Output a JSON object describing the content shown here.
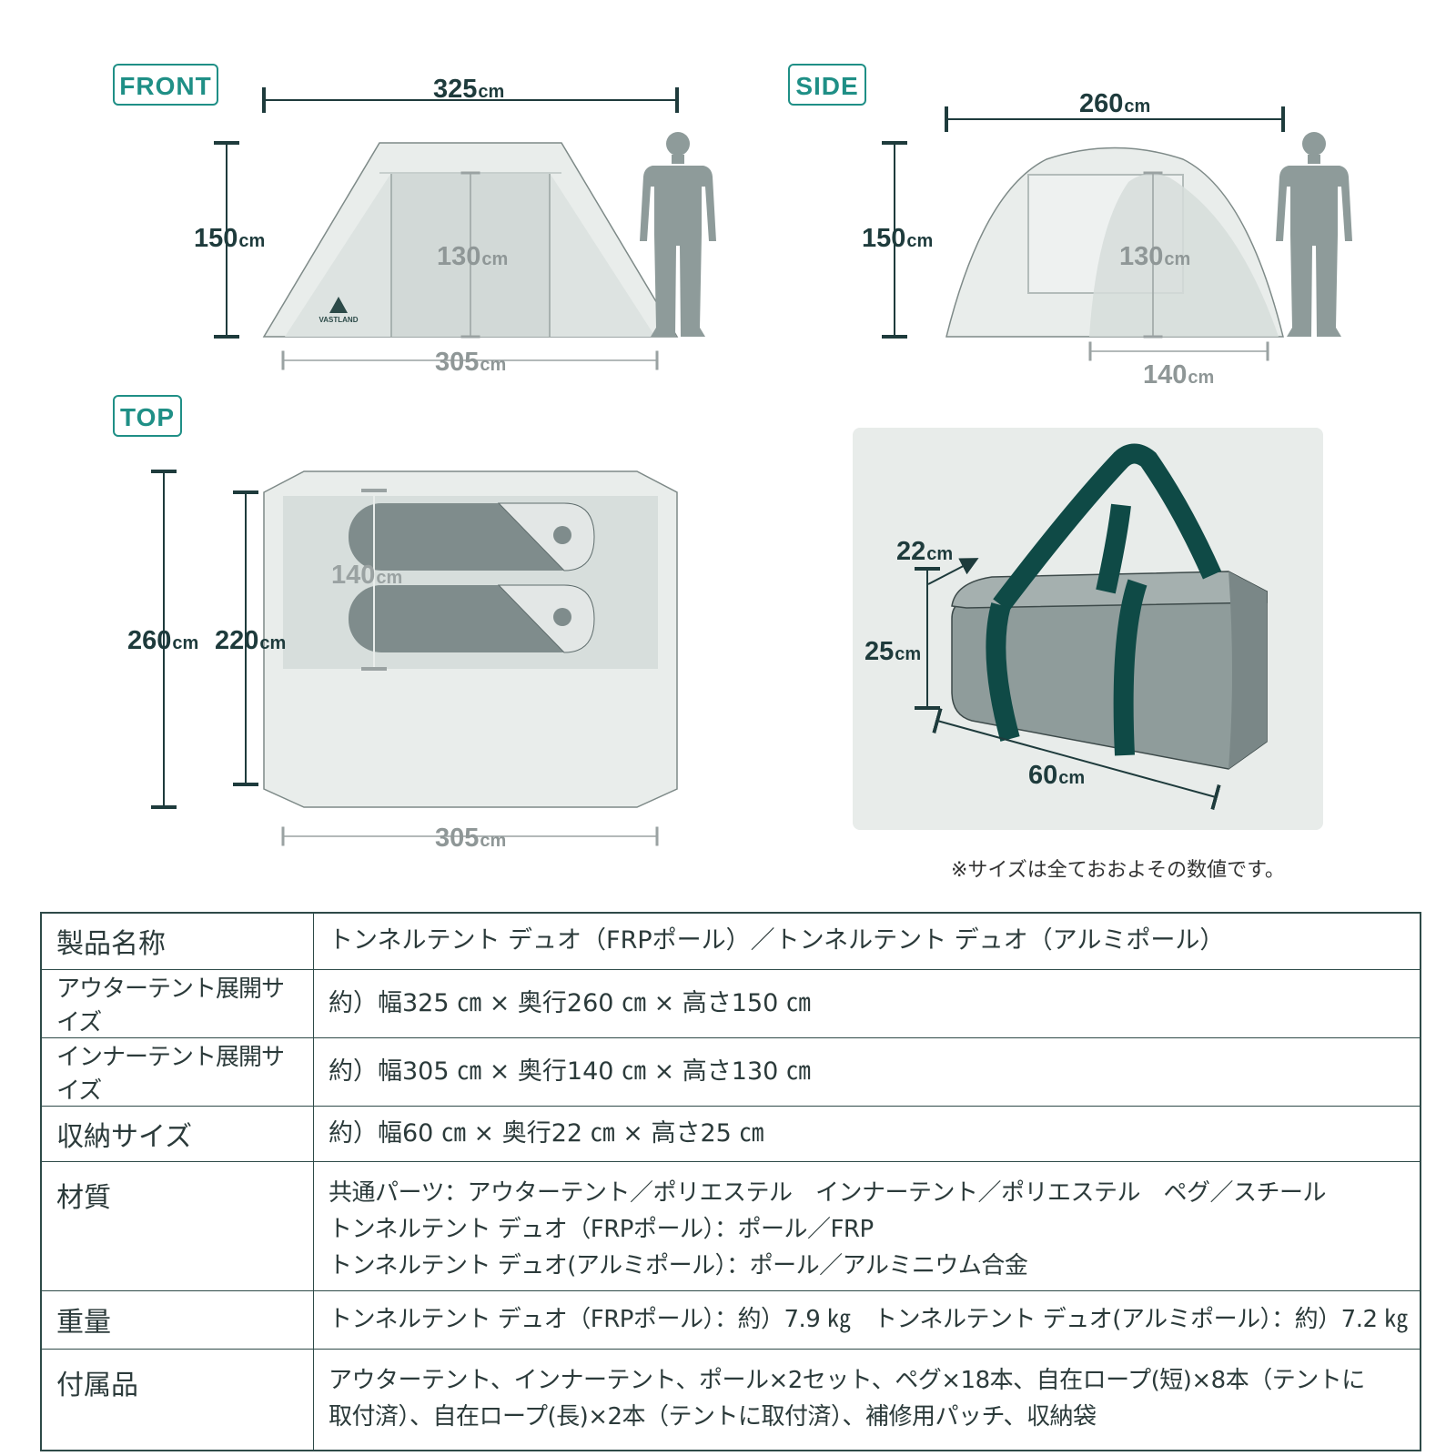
{
  "views": {
    "front_label": "FRONT",
    "side_label": "SIDE",
    "top_label": "TOP"
  },
  "brand": {
    "name": "VASTLAND"
  },
  "unit": "cm",
  "front": {
    "width": "325",
    "height": "150",
    "inner_height": "130",
    "inner_width": "305"
  },
  "side": {
    "depth": "260",
    "height": "150",
    "inner_height": "130",
    "inner_depth": "140"
  },
  "top": {
    "outer_depth": "260",
    "inner_span": "220",
    "inner_depth": "140",
    "width": "305"
  },
  "bag": {
    "depth": "22",
    "height": "25",
    "length": "60"
  },
  "note": "※サイズは全ておおよその数値です。",
  "spec": [
    {
      "label": "製品名称",
      "lines": [
        "トンネルテント デュオ（FRPポール）／トンネルテント デュオ（アルミポール）"
      ]
    },
    {
      "label": "アウターテント展開サイズ",
      "lines": [
        "約）幅325 ㎝ × 奥行260 ㎝ × 高さ150 ㎝"
      ]
    },
    {
      "label": "インナーテント展開サイズ",
      "lines": [
        "約）幅305 ㎝ × 奥行140 ㎝ × 高さ130 ㎝"
      ]
    },
    {
      "label": "収納サイズ",
      "lines": [
        "約）幅60 ㎝ × 奥行22 ㎝ × 高さ25 ㎝"
      ]
    },
    {
      "label": "材質",
      "lines": [
        "共通パーツ：アウターテント／ポリエステル　インナーテント／ポリエステル　ペグ／スチール",
        "トンネルテント デュオ（FRPポール）：ポール／FRP",
        "トンネルテント デュオ(アルミポール）：ポール／アルミニウム合金"
      ]
    },
    {
      "label": "重量",
      "lines": [
        "トンネルテント デュオ（FRPポール）：約）7.9 ㎏　トンネルテント デュオ(アルミポール）：約）7.2 ㎏"
      ]
    },
    {
      "label": "付属品",
      "lines": [
        "アウターテント、インナーテント、ポール×2セット、ペグ×18本、自在ロープ(短)×8本（テントに",
        "取付済）、自在ロープ(長)×2本（テントに取付済）、補修用パッチ、収納袋"
      ]
    }
  ]
}
